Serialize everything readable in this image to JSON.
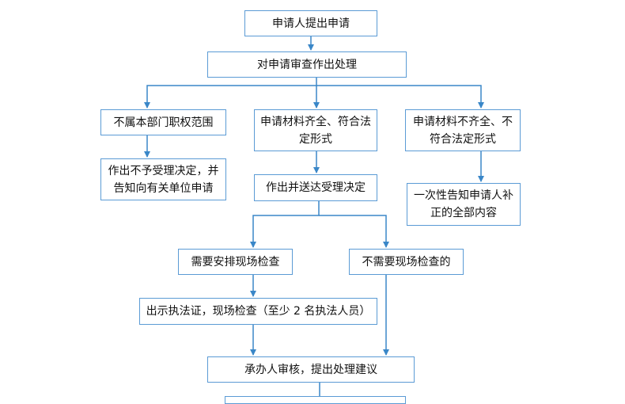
{
  "colors": {
    "connector": "#3a87c8",
    "box_border": "#5b9bd5"
  },
  "nodes": {
    "apply": "申请人提出申请",
    "review": "对申请审查作出处理",
    "out_of_scope": "不属本部门职权范围",
    "complete": "申请材料齐全、符合法定形式",
    "incomplete": "申请材料不齐全、不符合法定形式",
    "reject_notice": "作出不予受理决定，并告知向有关单位申请",
    "accept_decision": "作出并送达受理决定",
    "one_time_notice": "一次性告知申请人补正的全部内容",
    "need_inspection": "需要安排现场检查",
    "no_inspection": "不需要现场检查的",
    "show_license": "出示执法证，现场检查（至少 2 名执法人员）",
    "handler_review": "承办人审核，提出处理建议",
    "next_step": ""
  }
}
